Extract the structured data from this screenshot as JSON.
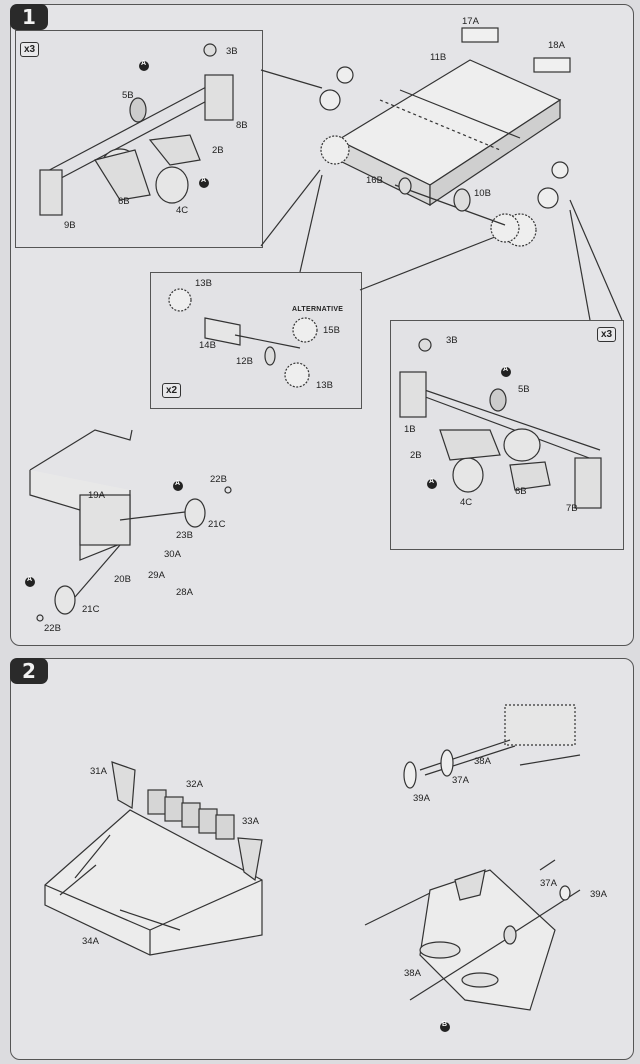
{
  "steps": [
    {
      "number": "1"
    },
    {
      "number": "2"
    }
  ],
  "step1": {
    "inset_left_mult": "x3",
    "inset_right_mult": "x3",
    "inset_center_mult": "x2",
    "alternative_label": "ALTERNATIVE",
    "parts": {
      "p17a": "17A",
      "p18a": "18A",
      "p11b": "11B",
      "p16b": "16B",
      "p10b": "10B",
      "l5b": "5B",
      "l3b": "3B",
      "l8b": "8B",
      "l2b": "2B",
      "l6b": "6B",
      "l4c": "4C",
      "l9b": "9B",
      "c13b_top": "13B",
      "c14b": "14B",
      "c12b": "12B",
      "c15b": "15B",
      "c13b_bot": "13B",
      "r3b": "3B",
      "r5b": "5B",
      "r1b": "1B",
      "r2b": "2B",
      "r6b": "6B",
      "r4c": "4C",
      "r7b": "7B",
      "b22b_top": "22B",
      "b19a": "19A",
      "b21c_top": "21C",
      "b23b": "23B",
      "b30a": "30A",
      "b20b": "20B",
      "b29a": "29A",
      "b28a": "28A",
      "b21c_bot": "21C",
      "b22b_bot": "22B"
    },
    "markers": [
      "A",
      "A",
      "A",
      "A",
      "A",
      "A"
    ]
  },
  "step2": {
    "parts": {
      "p31a": "31A",
      "p32a": "32A",
      "p33a": "33A",
      "p34a": "34A",
      "p38a_top": "38A",
      "p37a_top": "37A",
      "p39a_top": "39A",
      "p37a_bot": "37A",
      "p39a_bot": "39A",
      "p38a_bot": "38A"
    },
    "marker_b": "B"
  }
}
